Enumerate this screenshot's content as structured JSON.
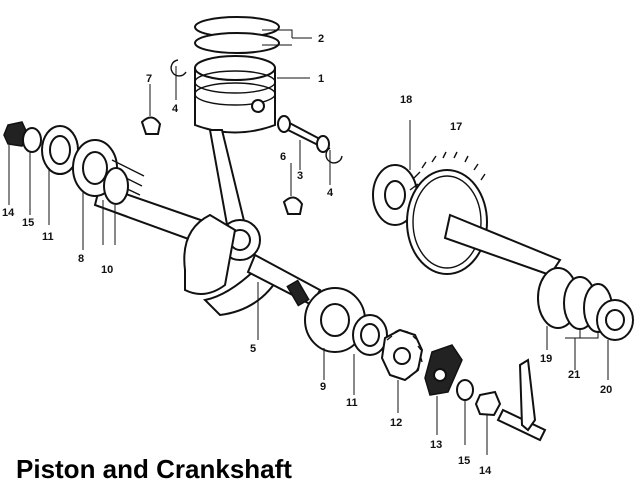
{
  "title": "Piston and Crankshaft",
  "callouts": {
    "piston_ring": "2",
    "piston": "1",
    "circlip_left": "4",
    "circlip_right": "4",
    "key_upper": "7",
    "key_lower": "6",
    "wrist_pin": "3",
    "connecting_rod_crank": "5",
    "gear_assembly": "17",
    "bearing_right_gear": "18",
    "nut_left": "14",
    "washer_left": "15",
    "seal_left": "11",
    "bearing_left": "8",
    "spacer_left": "10",
    "bearing_center": "9",
    "seal_center": "11",
    "gear_small": "12",
    "plate": "13",
    "washer_right": "15",
    "nut_right": "14",
    "bearing_19": "19",
    "spacer_21": "21",
    "seal_20": "20"
  }
}
